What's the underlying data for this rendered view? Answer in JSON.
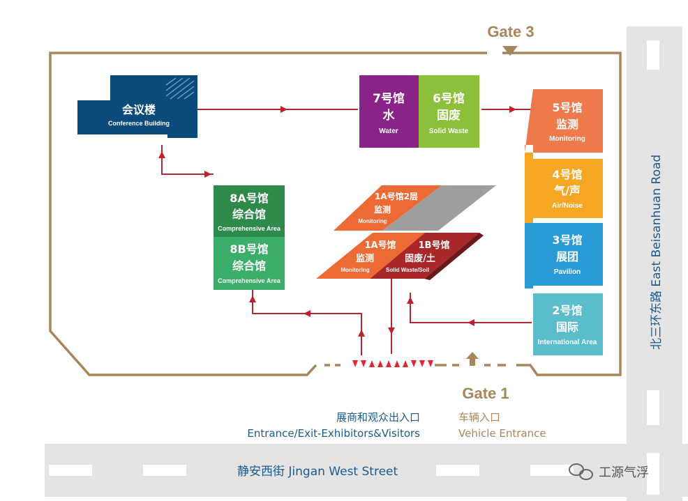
{
  "gates": {
    "gate3": "Gate 3",
    "gate1": "Gate 1"
  },
  "halls": {
    "conference": {
      "cn": "会议楼",
      "en": "Conference Building",
      "color": "#0b4b7c"
    },
    "h7": {
      "cn1": "7号馆",
      "cn2": "水",
      "en": "Water",
      "color": "#8a2388"
    },
    "h6": {
      "cn1": "6号馆",
      "cn2": "固废",
      "en": "Solid Waste",
      "color": "#8cbf3a"
    },
    "h5": {
      "cn1": "5号馆",
      "cn2": "监测",
      "en": "Monitoring",
      "color": "#ee7a4b"
    },
    "h4": {
      "cn1": "4号馆",
      "cn2": "气/声",
      "en": "Air/Noise",
      "color": "#f5a623"
    },
    "h3": {
      "cn1": "3号馆",
      "cn2": "展团",
      "en": "Pavilion",
      "color": "#2b9bd8"
    },
    "h2": {
      "cn1": "2号馆",
      "cn2": "国际",
      "en": "International Area",
      "color": "#5bbccc"
    },
    "h8a": {
      "cn1": "8A号馆",
      "cn2": "综合馆",
      "en": "Comprehensive Area",
      "color": "#2e8a4a"
    },
    "h8b": {
      "cn1": "8B号馆",
      "cn2": "综合馆",
      "en": "Comprehensive Area",
      "color": "#3aae6a"
    },
    "h1a2": {
      "cn1": "1A号馆2层",
      "cn2": "监测",
      "en": "Monitoring",
      "color": "#ee6a35"
    },
    "h1a": {
      "cn1": "1A号馆",
      "cn2": "监测",
      "en": "Monitoring",
      "color": "#ee6a35"
    },
    "h1b": {
      "cn1": "1B号馆",
      "cn2": "固废/土",
      "en": "Solid Waste/Soil",
      "color": "#a8282a"
    }
  },
  "entrance": {
    "cn": "展商和观众出入口",
    "en": "Entrance/Exit-Exhibitors&Visitors"
  },
  "vehicle": {
    "cn": "车辆入口",
    "en": "Vehicle Entrance"
  },
  "roads": {
    "south": "静安西街 Jingan West Street",
    "east": "北三环东路 East Beisanhuan Road"
  },
  "watermark": "工源气浮",
  "colors": {
    "wall": "#a8855a",
    "path": "#b02832",
    "road": "#e4e4e4",
    "text_blue": "#1d5a8c"
  }
}
